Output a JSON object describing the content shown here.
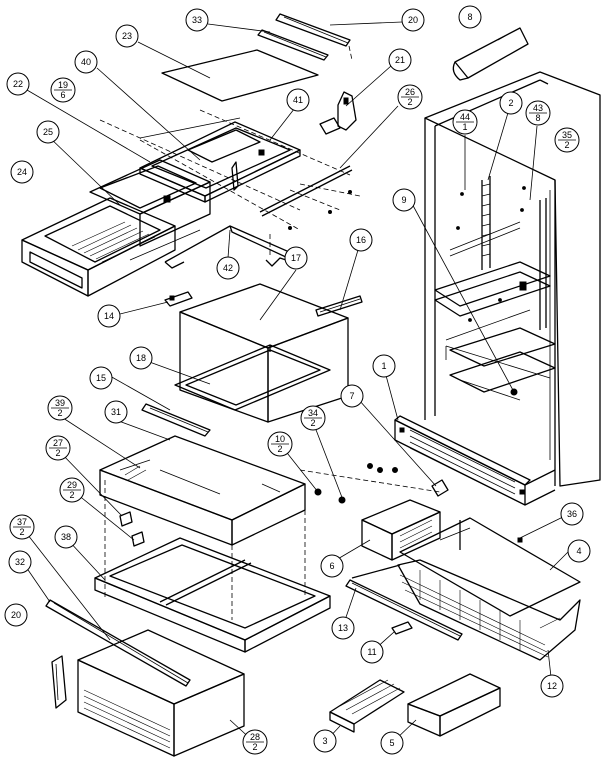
{
  "callouts": [
    {
      "id": "c23",
      "top": "23"
    },
    {
      "id": "c33",
      "top": "33"
    },
    {
      "id": "c20a",
      "top": "20"
    },
    {
      "id": "c8",
      "top": "8"
    },
    {
      "id": "c40",
      "top": "40"
    },
    {
      "id": "c21",
      "top": "21"
    },
    {
      "id": "c22",
      "top": "22"
    },
    {
      "id": "c19",
      "top": "19",
      "bottom": "6"
    },
    {
      "id": "c41",
      "top": "41"
    },
    {
      "id": "c26",
      "top": "26",
      "bottom": "2"
    },
    {
      "id": "c44",
      "top": "44",
      "bottom": "1"
    },
    {
      "id": "c2",
      "top": "2"
    },
    {
      "id": "c43",
      "top": "43",
      "bottom": "8"
    },
    {
      "id": "c35",
      "top": "35",
      "bottom": "2"
    },
    {
      "id": "c25",
      "top": "25"
    },
    {
      "id": "c24",
      "top": "24"
    },
    {
      "id": "c9",
      "top": "9"
    },
    {
      "id": "c42",
      "top": "42"
    },
    {
      "id": "c16",
      "top": "16"
    },
    {
      "id": "c17",
      "top": "17"
    },
    {
      "id": "c14",
      "top": "14"
    },
    {
      "id": "c18",
      "top": "18"
    },
    {
      "id": "c1",
      "top": "1"
    },
    {
      "id": "c15",
      "top": "15"
    },
    {
      "id": "c7",
      "top": "7"
    },
    {
      "id": "c39",
      "top": "39",
      "bottom": "2"
    },
    {
      "id": "c31",
      "top": "31"
    },
    {
      "id": "c34",
      "top": "34",
      "bottom": "2"
    },
    {
      "id": "c10",
      "top": "10",
      "bottom": "2"
    },
    {
      "id": "c27",
      "top": "27",
      "bottom": "2"
    },
    {
      "id": "c29",
      "top": "29",
      "bottom": "2"
    },
    {
      "id": "c37",
      "top": "37",
      "bottom": "2"
    },
    {
      "id": "c38",
      "top": "38"
    },
    {
      "id": "c6",
      "top": "6"
    },
    {
      "id": "c36",
      "top": "36"
    },
    {
      "id": "c4",
      "top": "4"
    },
    {
      "id": "c32",
      "top": "32"
    },
    {
      "id": "c13",
      "top": "13"
    },
    {
      "id": "c20b",
      "top": "20"
    },
    {
      "id": "c11",
      "top": "11"
    },
    {
      "id": "c12",
      "top": "12"
    },
    {
      "id": "c28",
      "top": "28",
      "bottom": "2"
    },
    {
      "id": "c3",
      "top": "3"
    },
    {
      "id": "c5",
      "top": "5"
    }
  ]
}
